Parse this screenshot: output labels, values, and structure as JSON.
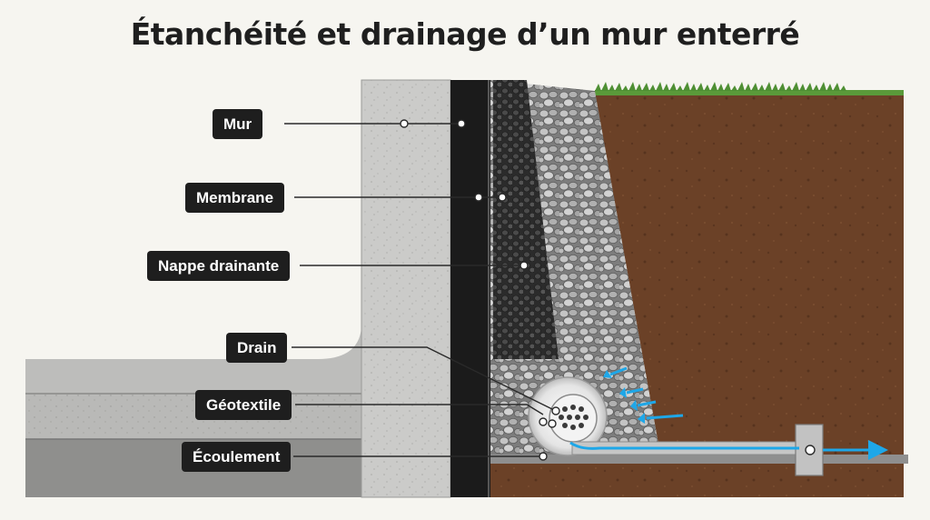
{
  "title": "Étanchéité et drainage d’un mur enterré",
  "labels": {
    "mur": "Mur",
    "membrane": "Membrane",
    "nappe": "Nappe drainante",
    "drain": "Drain",
    "geotextile": "Géotextile",
    "ecoulement": "Écoulement"
  },
  "colors": {
    "concrete": "#c9c9c7",
    "membrane": "#1b1b1b",
    "drainage_mat": "#3a3a3a",
    "gravel": "#a8a8a8",
    "soil": "#6b4127",
    "grass": "#5a9a3a",
    "water_arrow": "#1ea7e8",
    "label_bg": "#1e1e1e"
  }
}
